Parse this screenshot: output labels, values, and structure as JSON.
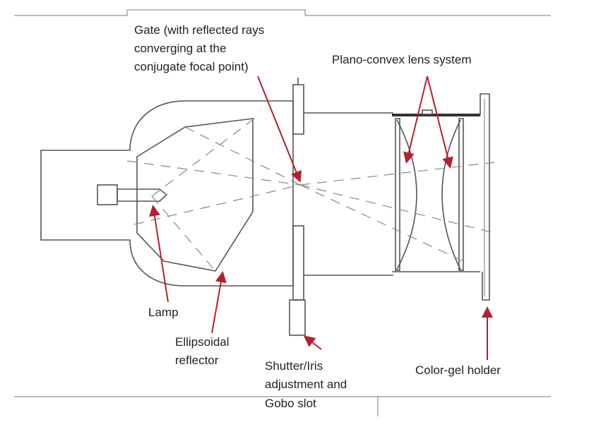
{
  "title": "Ellipsoidal reflector spotlight diagram",
  "labels": {
    "gate": [
      "Gate (with reflected rays",
      "converging at the",
      "conjugate focal point)"
    ],
    "lens": "Plano-convex lens system",
    "lamp": "Lamp",
    "reflector": [
      "Ellipsoidal",
      "reflector"
    ],
    "shutter": [
      "Shutter/Iris",
      "adjustment and",
      "Gobo slot"
    ],
    "gel": "Color-gel holder"
  },
  "colors": {
    "arrow": "#b5202e",
    "line": "#555555"
  }
}
